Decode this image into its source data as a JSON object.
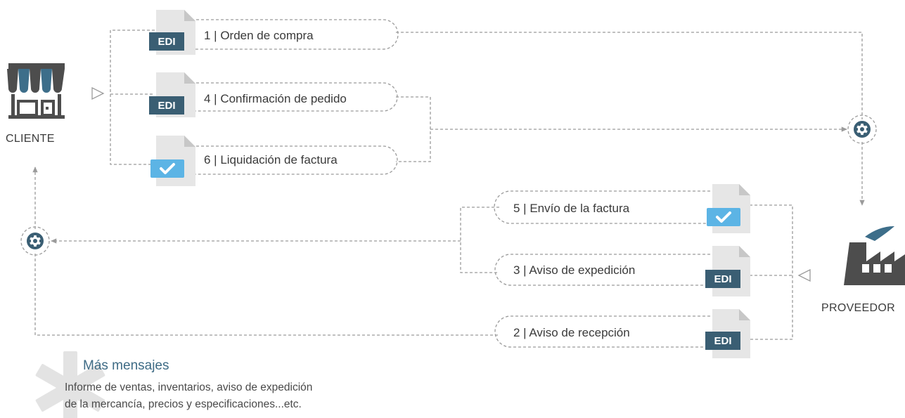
{
  "colors": {
    "dashed_line": "#9b9b9b",
    "doc_body": "#e6e6e6",
    "doc_fold": "#c7c7c7",
    "edi_badge": "#3a5e73",
    "check_badge": "#5cb4e5",
    "icon_dark": "#4d4d4d",
    "awning_blue": "#3d6e8a",
    "asterisk": "#e3e3e3",
    "accent_text": "#3e6b85"
  },
  "actors": {
    "client": {
      "label": "CLIENTE",
      "icon": "store-icon"
    },
    "provider": {
      "label": "PROVEEDOR",
      "icon": "factory-icon"
    }
  },
  "badges": {
    "edi": "EDI"
  },
  "messages_from_client": [
    {
      "label": "1 | Orden de compra",
      "doc": "edi"
    },
    {
      "label": "4 | Confirmación de pedido",
      "doc": "edi"
    },
    {
      "label": "6 | Liquidación de factura",
      "doc": "check"
    }
  ],
  "messages_from_provider": [
    {
      "label": "5 | Envío de la factura",
      "doc": "check"
    },
    {
      "label": "3 | Aviso de expedición",
      "doc": "edi"
    },
    {
      "label": "2 | Aviso de recepción",
      "doc": "edi"
    }
  ],
  "more_messages": {
    "title": "Más mensajes",
    "lines": [
      "Informe de ventas, inventarios, aviso de expedición",
      "de la mercancía, precios y especificaciones...etc."
    ]
  }
}
